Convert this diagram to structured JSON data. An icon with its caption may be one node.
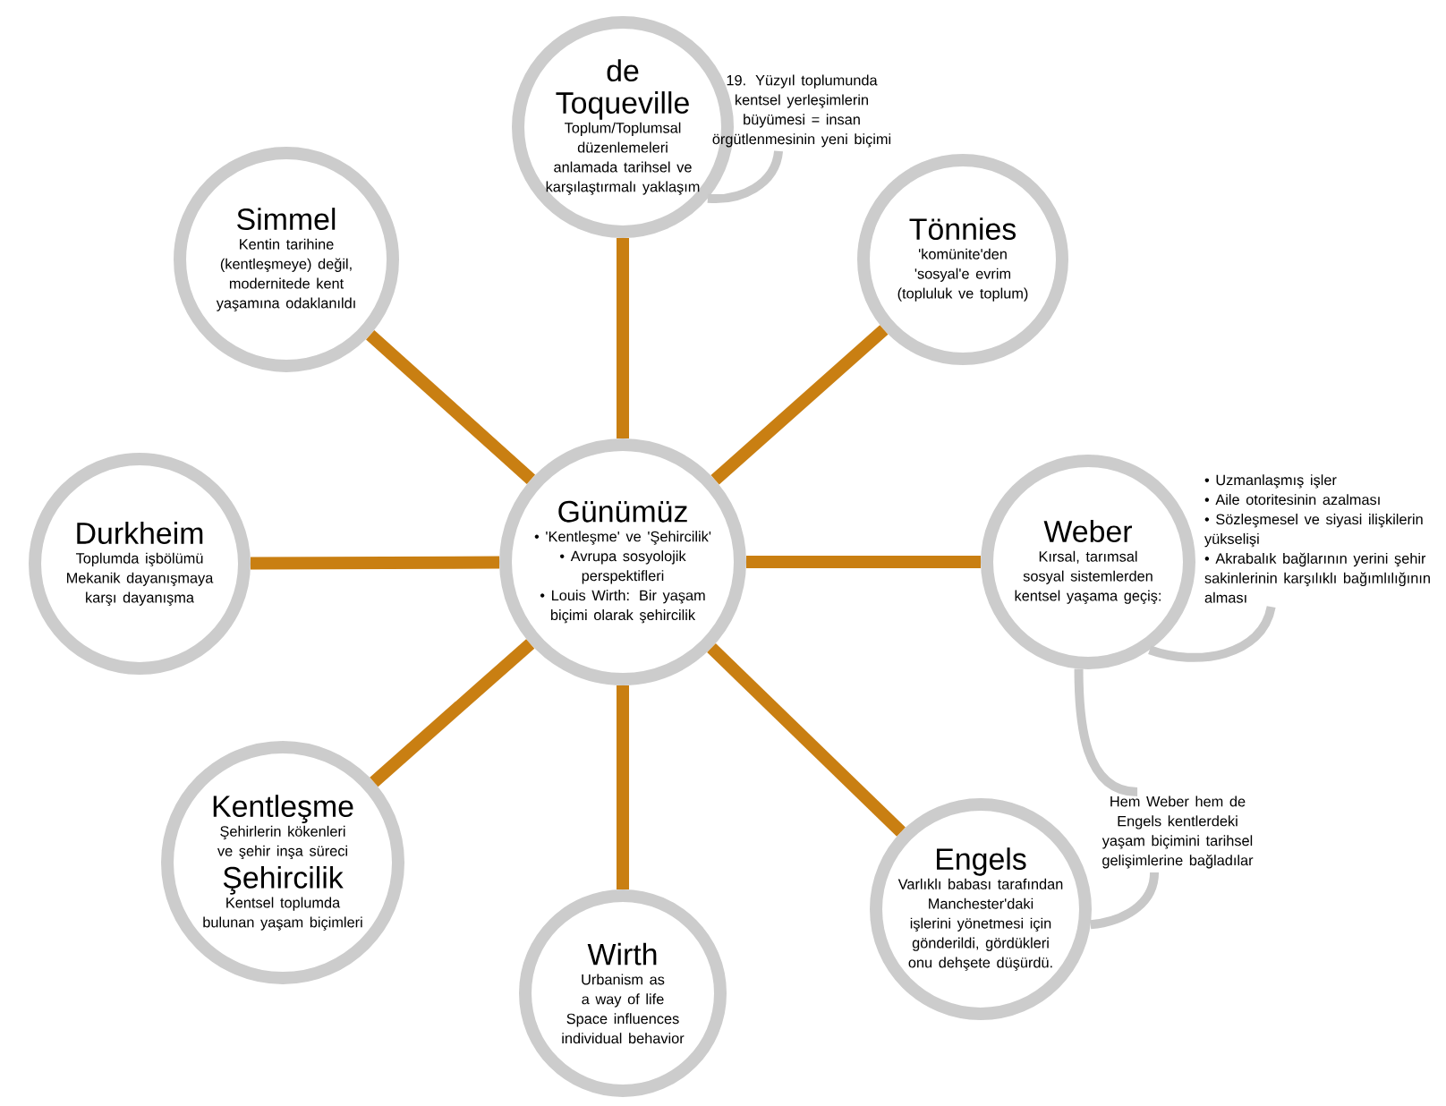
{
  "diagram": {
    "nodes": [
      {
        "text": [
          "Günümüz",
          "• 'Kentleşme' ve 'Şehircilik'",
          "• Avrupa sosyolojik perspektifleri",
          "• Louis Wirth: Bir yaşam biçimi olarak şehircilik"
        ]
      },
      {
        "text": [
          "de Toqueville",
          "Toplum/Toplumsal düzenlemeleri anlamada tarihsel ve karşılaştırmalı yaklaşım"
        ]
      },
      {
        "text": [
          "19. Yüzyıl toplumunda kentsel yerleşimlerin büyümesi = insan örgütlenmesinin yeni biçimi"
        ]
      },
      {
        "text": [
          "Simmel",
          "Kentin tarihine (kentleşmeye) değil, modernitede kent yaşamına odaklanıldı"
        ]
      },
      {
        "text": [
          "Tönnies",
          "'komünite'den 'sosyal'e evrim (topluluk ve toplum)"
        ]
      },
      {
        "text": [
          "Durkheim",
          "Toplumda işbölümü Mekanik dayanışmaya karşı dayanışma"
        ]
      },
      {
        "text": [
          "Weber",
          "Kırsal, tarımsal sosyal sistemlerden kentsel yaşama geçiş:"
        ]
      },
      {
        "text": [
          "• Uzmanlaşmış işler",
          "• Aile otoritesinin azalması",
          "• Sözleşmesel ve siyasi ilişkilerin yükselişi",
          "• Akrabalık bağlarının yerini şehir sakinlerinin karşılıklı bağımlılığının alması"
        ]
      },
      {
        "text": [
          "Kentleşme",
          "Şehirlerin kökenleri ve şehir inşa süreci",
          "Şehircilik",
          "Kentsel toplumda bulunan yaşam biçimleri"
        ]
      },
      {
        "text": [
          "Wirth",
          "Urbanism as a way of life",
          "Space influences individual behavior"
        ]
      },
      {
        "text": [
          "Engels",
          "Varlıklı babası tarafından Manchester'daki işlerini yönetmesi için gönderildi, gördükleri onu dehşete düşürdü."
        ]
      },
      {
        "text": [
          "Hem Weber hem de Engels kentlerdeki yaşam biçimini tarihsel gelişimlerine bağladılar"
        ]
      }
    ],
    "edges": [
      {
        "from": 0,
        "to": 1,
        "arrow": "none"
      },
      {
        "from": 0,
        "to": 4,
        "arrow": "none"
      },
      {
        "from": 0,
        "to": 6,
        "arrow": "none"
      },
      {
        "from": 0,
        "to": 10,
        "arrow": "none"
      },
      {
        "from": 0,
        "to": 9,
        "arrow": "none"
      },
      {
        "from": 0,
        "to": 8,
        "arrow": "none"
      },
      {
        "from": 0,
        "to": 5,
        "arrow": "none"
      },
      {
        "from": 0,
        "to": 3,
        "arrow": "none"
      },
      {
        "from": 2,
        "to": 1,
        "arrow": "none",
        "color": "#c8c8c8"
      },
      {
        "from": 7,
        "to": 6,
        "arrow": "none",
        "color": "#c8c8c8"
      },
      {
        "from": 11,
        "to": 6,
        "arrow": "none",
        "color": "#c8c8c8"
      },
      {
        "from": 11,
        "to": 10,
        "arrow": "none",
        "color": "#c8c8c8"
      }
    ]
  }
}
